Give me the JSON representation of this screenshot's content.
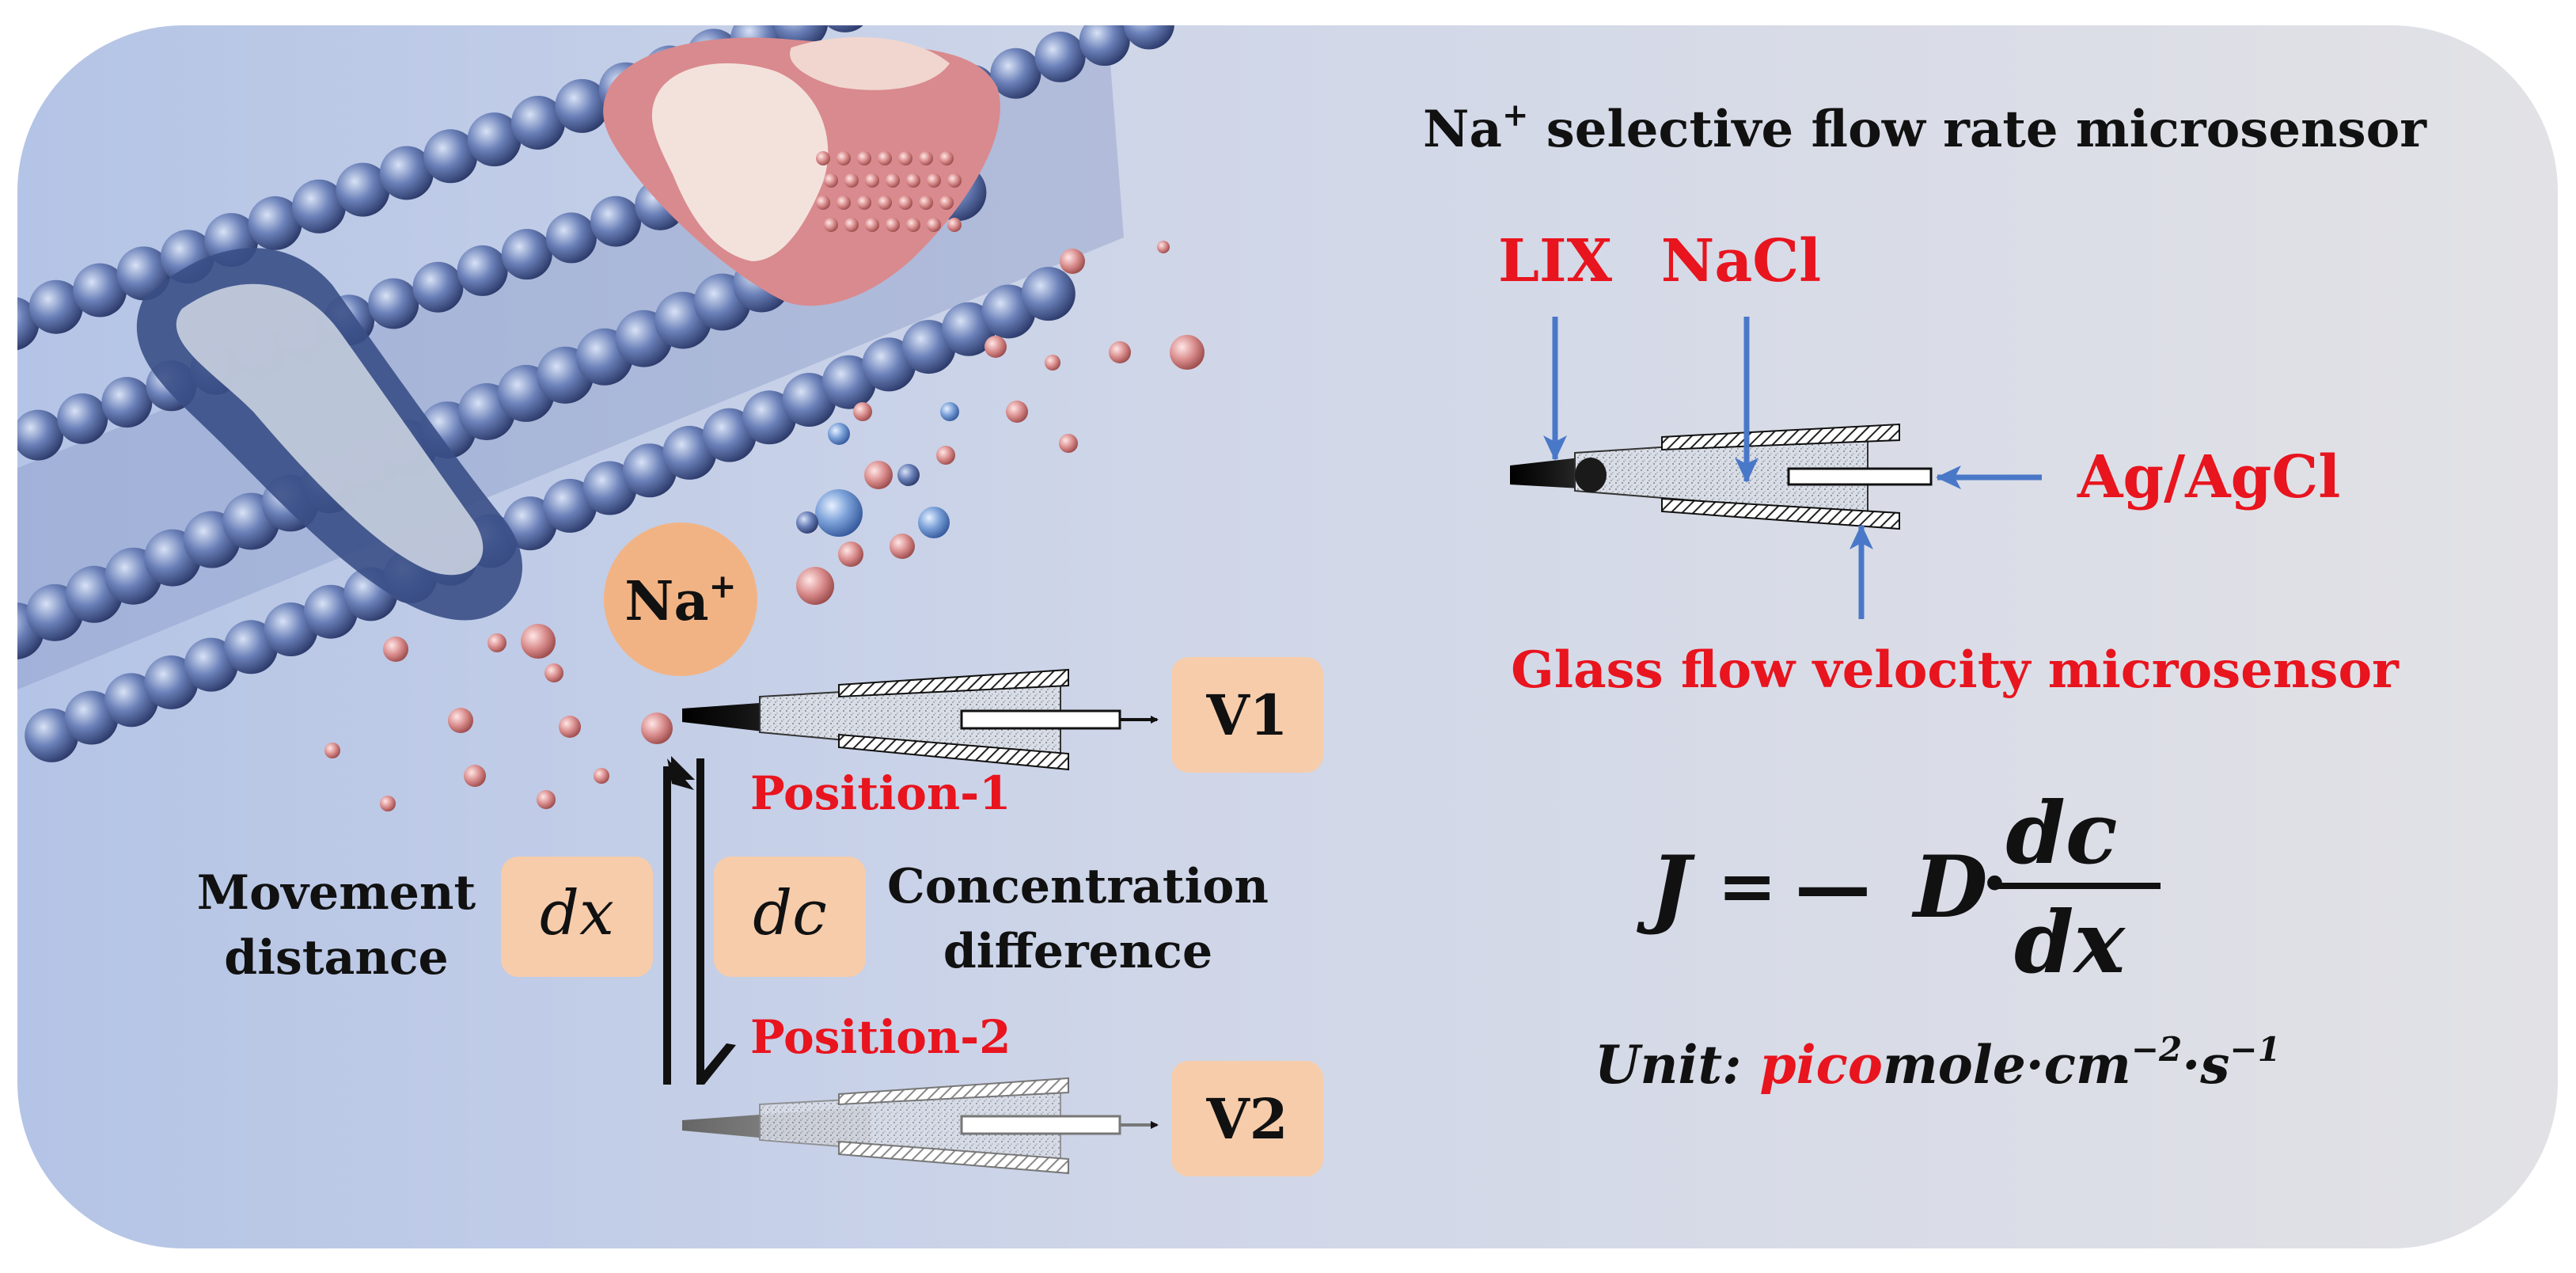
{
  "colors": {
    "frame_bg": "#dfe1e7",
    "left_bg": "#b9c7e4",
    "label_box": "#f6ccab",
    "na_circle": "#f2b384",
    "red": "#e8141e",
    "blue_arrow": "#4a78c8",
    "text": "#111111"
  },
  "right_panel": {
    "title_main": "Na",
    "title_sup": "+",
    "title_rest": " selective flow rate microsensor",
    "lix": "LIX",
    "nacl": "NaCl",
    "agagcl": "Ag/AgCl",
    "glass": "Glass flow velocity microsensor"
  },
  "equation": {
    "lhs": "J",
    "eq": "=",
    "minus": "—",
    "d_coef": "D",
    "dot": "·",
    "numerator": "dc",
    "denominator": "dx"
  },
  "unit": {
    "label": "Unit: ",
    "prefix": "pico",
    "rest": "mole·cm",
    "exp1": "−2",
    "mid": "·s",
    "exp2": "−1"
  },
  "left_panel": {
    "na_main": "Na",
    "na_sup": "+",
    "v1": "V1",
    "v2": "V2",
    "position1": "Position-1",
    "position2": "Position-2",
    "dx": "dx",
    "dc": "dc",
    "movement_line1": "Movement",
    "movement_line2": "distance",
    "conc_line1": "Concentration",
    "conc_line2": "difference"
  }
}
